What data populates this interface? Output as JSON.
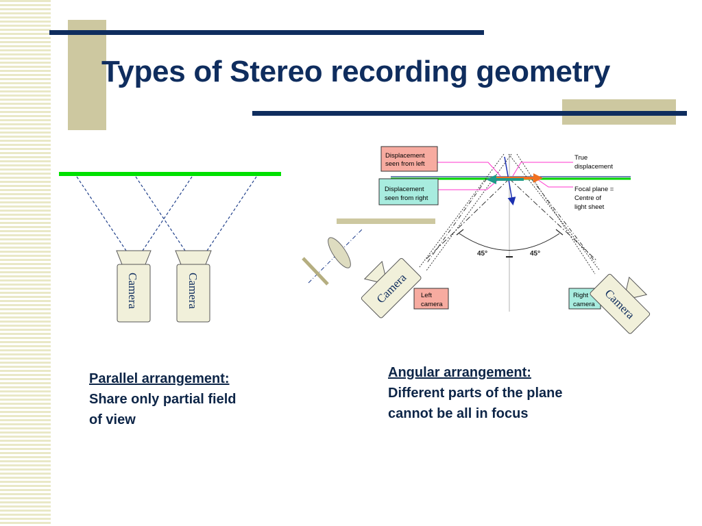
{
  "slide": {
    "title": "Types of Stereo recording geometry",
    "colors": {
      "navy": "#0f2d5e",
      "tan": "#cdc8a0",
      "green": "#00e000"
    }
  },
  "parallel": {
    "camera_left_label": "Camera",
    "camera_right_label": "Camera",
    "caption_heading": "Parallel arrangement:",
    "caption_line1": "Share only partial field",
    "caption_line2": "of view"
  },
  "angular": {
    "label_disp_left": [
      "Displacement",
      "seen from left"
    ],
    "label_disp_right": [
      "Displacement",
      "seen from right"
    ],
    "label_true": [
      "True",
      "displacement"
    ],
    "label_focal": [
      "Focal plane =",
      "Centre of",
      "light sheet"
    ],
    "angle_left": "45°",
    "angle_right": "45°",
    "left_camera_label": [
      "Left",
      "camera"
    ],
    "right_camera_label": [
      "Right",
      "camera"
    ],
    "camera_left_text": "Camera",
    "camera_right_text": "Camera",
    "caption_heading": "Angular arrangement:",
    "caption_line1": "Different parts of the plane",
    "caption_line2": "cannot be all in focus"
  }
}
